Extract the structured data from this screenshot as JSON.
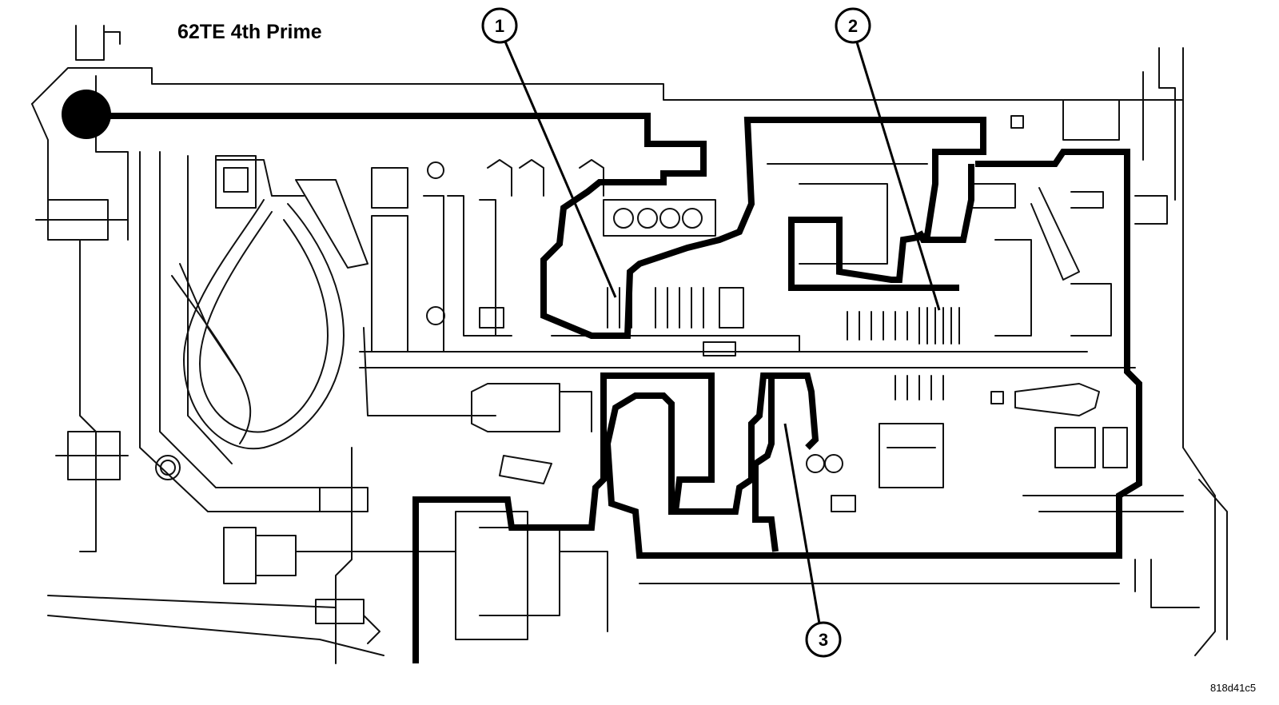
{
  "title": "62TE 4th Prime",
  "figure_code": "818d41c5",
  "callouts": [
    {
      "label": "1"
    },
    {
      "label": "2"
    },
    {
      "label": "3"
    }
  ]
}
